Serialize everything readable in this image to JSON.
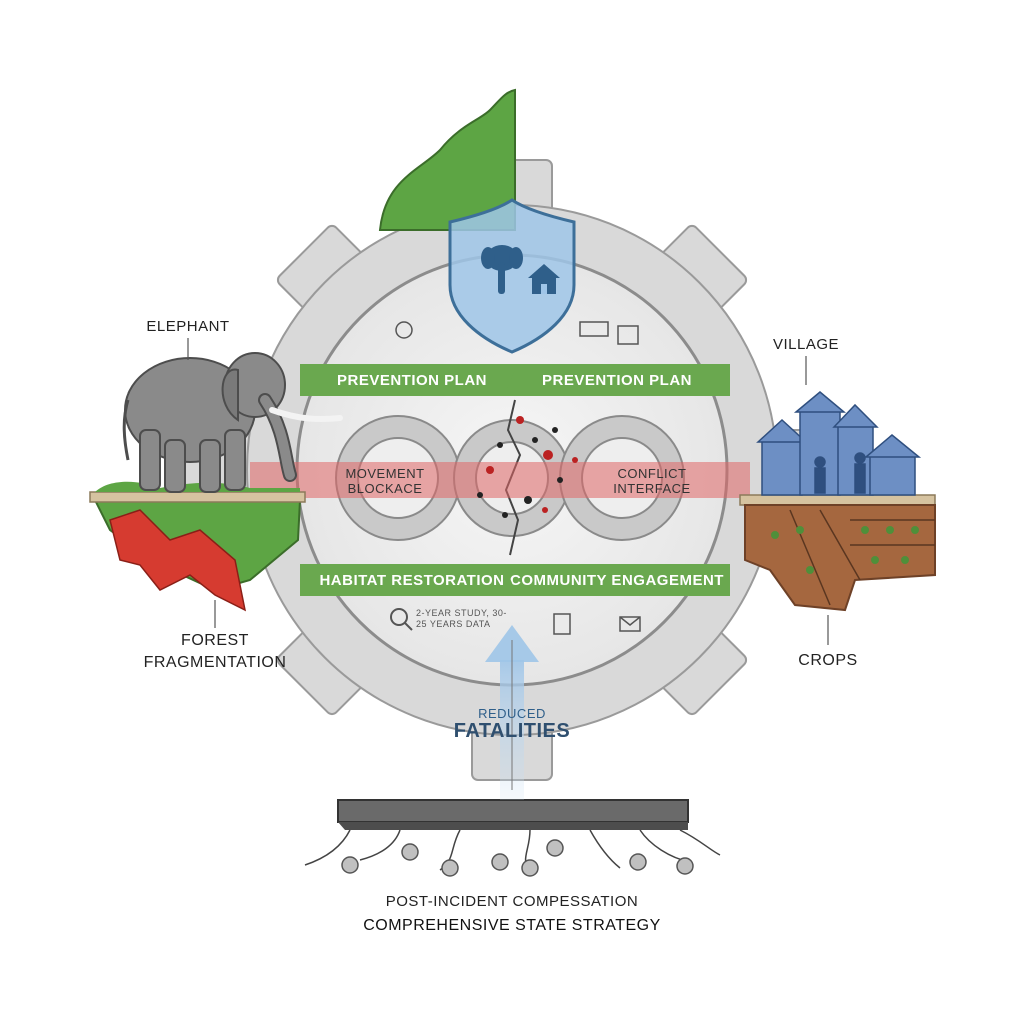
{
  "labels": {
    "elephant": "ELEPHANT",
    "village": "VILLAGE",
    "forest_fragmentation": "FOREST FRAGMENTATION",
    "crops": "CROPS",
    "movement_blockage": "MOVEMENT BLOCKACE",
    "conflict_interface": "CONFLICT INTERFACE",
    "prevention_plan_left": "PREVENTION PLAN",
    "prevention_plan_right": "PREVENTION PLAN",
    "habitat_restoration": "HABITAT RESTORATION",
    "community_engagement": "COMMUNITY ENGAGEMENT",
    "study_note": "2-YEAR STUDY, 30-25 YEARS DATA",
    "reduced": "REDUCED",
    "fatalities": "FATALITIES",
    "post_incident": "POST-INCIDENT COMPESSATION",
    "state_strategy": "COMPREHENSIVE STATE STRATEGY"
  },
  "icons": [
    "elephant-icon",
    "house-icon",
    "shield-icon",
    "magnifier-icon",
    "envelope-icon",
    "coin-icon",
    "document-icon"
  ],
  "colors": {
    "gear": "#d9d9d9",
    "gear_stroke": "#9a9a9a",
    "banner_green": "#6aa84f",
    "conflict_red": "#e06666",
    "shield_blue": "#9fc5e8",
    "village_blue": "#6d8fc4",
    "forest_green": "#5da544",
    "forest_red": "#d63b30",
    "soil": "#a5673f"
  }
}
